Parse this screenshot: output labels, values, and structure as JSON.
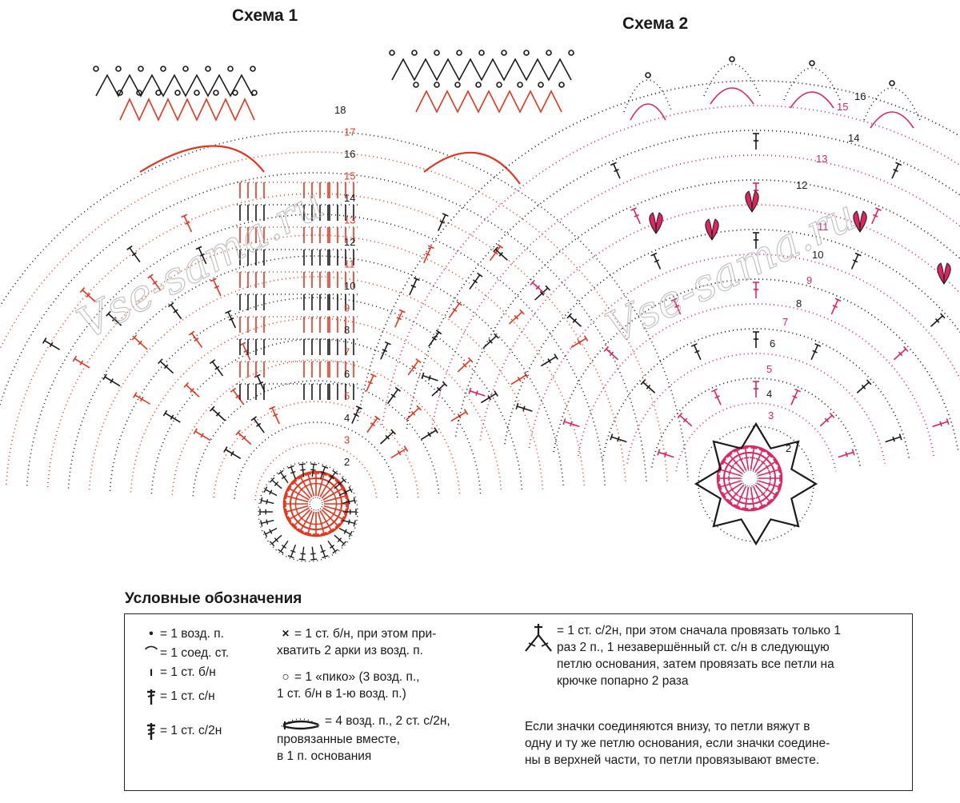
{
  "scheme1": {
    "title": "Схема 1",
    "rows": [
      "2",
      "3",
      "4",
      "5",
      "6",
      "7",
      "8",
      "9",
      "10",
      "11",
      "12",
      "13",
      "14",
      "15",
      "16",
      "17",
      "18"
    ]
  },
  "scheme2": {
    "title": "Схема 2",
    "rows": [
      "2",
      "3",
      "4",
      "5",
      "6",
      "7",
      "8",
      "9",
      "10",
      "11",
      "12",
      "13",
      "14",
      "15",
      "16"
    ]
  },
  "watermark": "Vse-sama.ru",
  "colors": {
    "scheme1_accent": "#e8341c",
    "scheme2_accent": "#e0245e",
    "ink": "#1a1a1a"
  },
  "legend": {
    "heading": "Условные обозначения",
    "items": [
      {
        "icon": "chain-dot-icon",
        "text": "= 1 возд. п."
      },
      {
        "icon": "slip-stitch-icon",
        "text": "= 1 соед. ст."
      },
      {
        "icon": "single-crochet-icon",
        "text": "= 1 ст. б/н"
      },
      {
        "icon": "double-crochet-icon",
        "text": "= 1 ст. с/н"
      },
      {
        "icon": "treble-crochet-icon",
        "text": "= 1 ст. с/2н"
      },
      {
        "icon": "cross-sc-icon",
        "text": "= 1 ст. б/н, при этом при-\nхватить 2 арки из возд. п."
      },
      {
        "icon": "picot-icon",
        "text": "= 1 «пико» (3 возд. п.,\n1 ст. б/н в 1-ю возд. п.)"
      },
      {
        "icon": "cluster-icon",
        "text": "= 4 возд. п., 2 ст. с/2н,\nпровязанные вместе,\nв 1 п. основания"
      },
      {
        "icon": "split-treble-icon",
        "text": "= 1 ст. с/2н, при этом сначала провязать только 1\nраз 2 п., 1 незавершённый ст. с/н в следующую\nпетлю основания, затем провязать все петли на\nкрючке попарно 2 раза"
      }
    ],
    "note": "Если значки соединяются внизу, то петли вяжут в\nодну и ту же петлю основания, если значки соедине-\nны в верхней части, то петли провязывают вместе."
  }
}
